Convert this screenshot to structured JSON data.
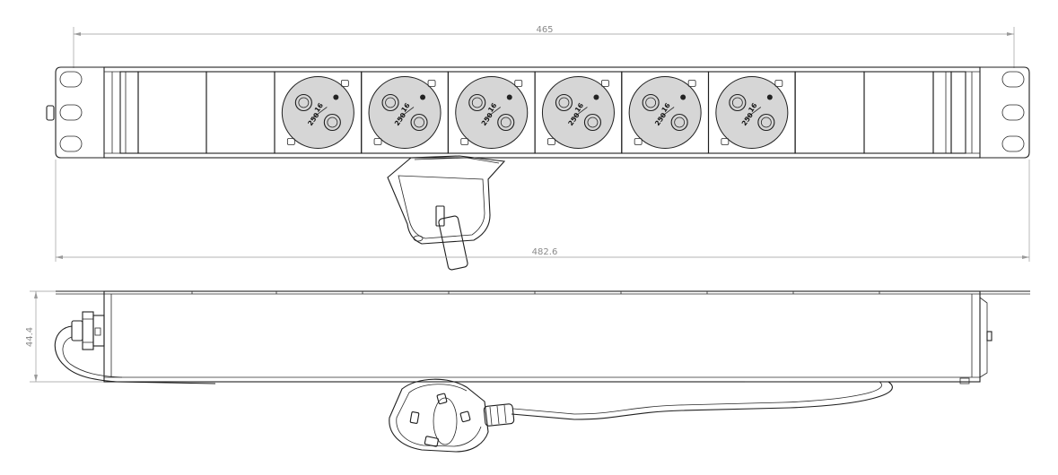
{
  "dimensions": {
    "inner_width": "465",
    "overall_width": "482.6",
    "height": "44.4"
  },
  "sockets": [
    {
      "rating_current": "16",
      "rating_voltage": "250"
    },
    {
      "rating_current": "16",
      "rating_voltage": "250"
    },
    {
      "rating_current": "16",
      "rating_voltage": "250"
    },
    {
      "rating_current": "16",
      "rating_voltage": "250"
    },
    {
      "rating_current": "16",
      "rating_voltage": "250"
    },
    {
      "rating_current": "16",
      "rating_voltage": "250"
    }
  ],
  "colors": {
    "line": "#1f1f1f",
    "dimension": "#9a9a9a",
    "socket_face": "#d6d6d6"
  }
}
